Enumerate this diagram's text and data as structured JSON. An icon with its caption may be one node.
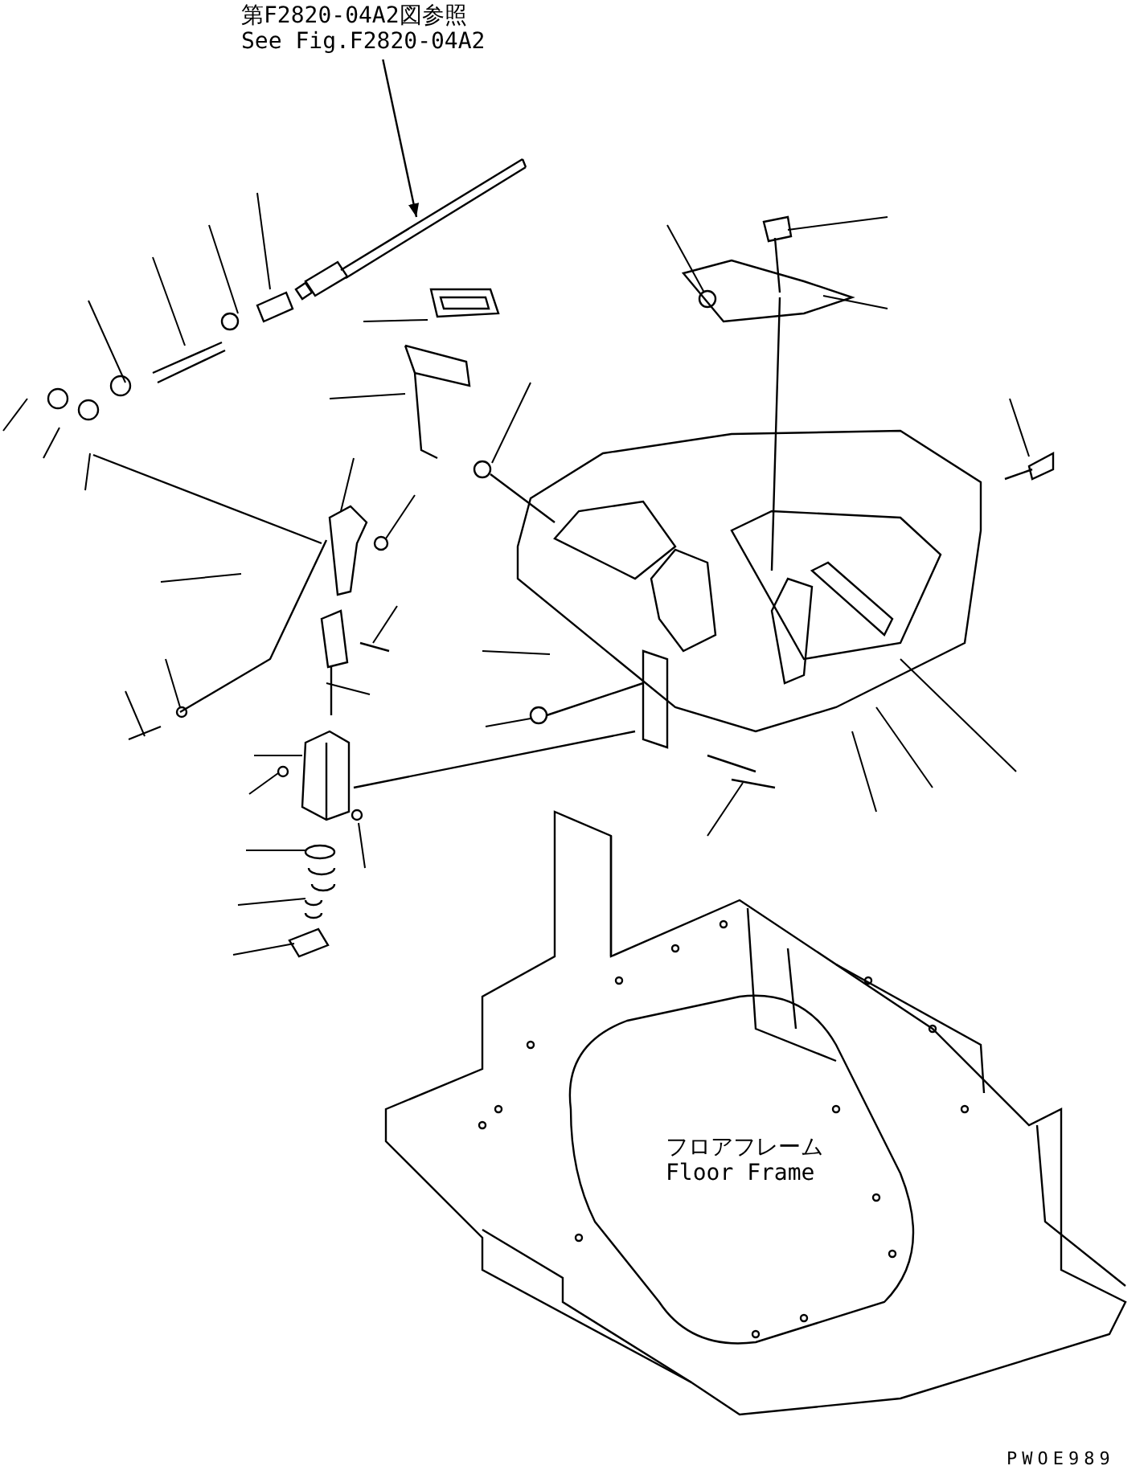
{
  "diagram": {
    "nodes": [
      {
        "text": [
          "第F2820-04A2図参照",
          "See Fig.F2820-04A2"
        ]
      },
      {
        "text": [],
        "shape": "picture"
      }
    ],
    "edges": [
      {
        "from": 0,
        "to": 1,
        "arrow": "to"
      }
    ],
    "labels": [
      "フロアフレーム",
      "Floor Frame",
      "PWOE989"
    ]
  }
}
